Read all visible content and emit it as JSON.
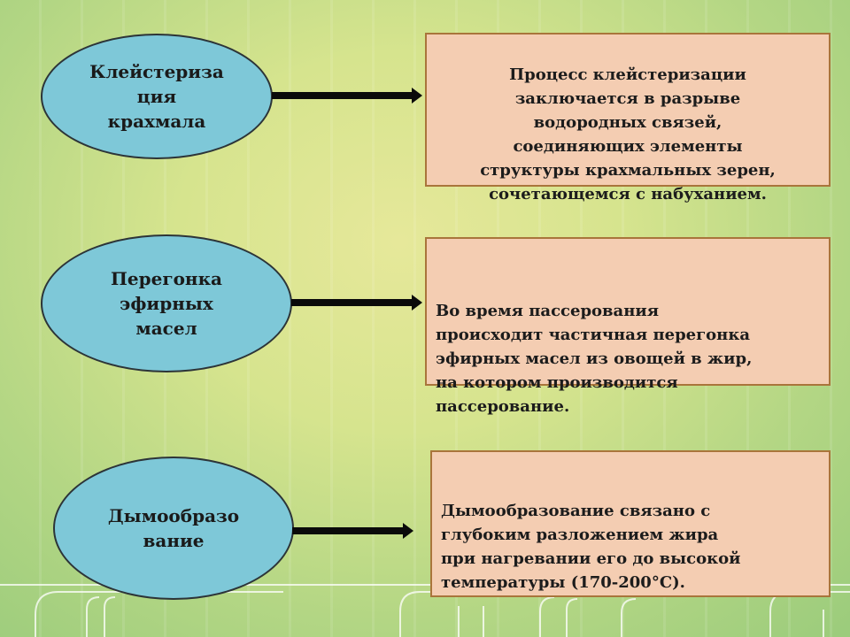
{
  "diagram": {
    "rows": [
      {
        "term": "Клейстериза\nция\nкрахмала",
        "description": "Процесс клейстеризации\nзаключается в разрыве\nводородных связей,\nсоединяющих элементы\nструктуры крахмальных зерен,\nсочетающемся с набуханием."
      },
      {
        "term": "Перегонка\nэфирных\nмасел",
        "description": "Во время пассерования\nпроисходит частичная перегонка\nэфирных масел из овощей в жир,\nна котором производится\nпассерование."
      },
      {
        "term": "Дымообразо\nвание",
        "description": "Дымообразование связано с\nглубоким разложением жира\nпри нагревании его до высокой\nтемпературы (170-200°С)."
      }
    ]
  },
  "colors": {
    "ellipse_fill": "#7ec8d8",
    "box_fill": "#f4cdb2",
    "box_border": "#a9753b",
    "arrow": "#0a0a0a"
  }
}
